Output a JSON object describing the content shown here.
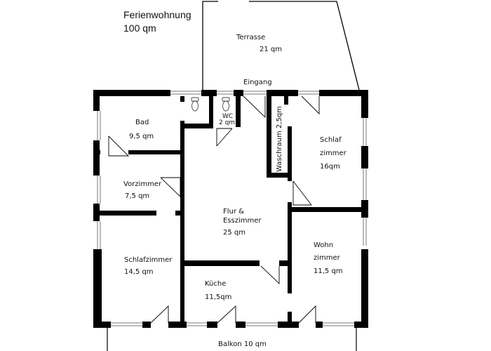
{
  "plan": {
    "title_line1": "Ferienwohnung",
    "title_line2": "100 qm"
  },
  "rooms": {
    "terrasse": {
      "name": "Terrasse",
      "area": "21 qm"
    },
    "eingang": {
      "name": "Eingang"
    },
    "bad": {
      "name": "Bad",
      "area": "9,5 qm"
    },
    "wc": {
      "name": "WC",
      "area": "2 qm"
    },
    "waschraum": {
      "name": "Waschraum 2,5qm"
    },
    "schlaf1": {
      "name1": "Schlaf",
      "name2": "zimmer",
      "area": "16qm"
    },
    "vorzimmer": {
      "name": "Vorzimmer",
      "area": "7,5 qm"
    },
    "flur": {
      "name1": "Flur &",
      "name2": "Esszimmer",
      "area": "25 qm"
    },
    "schlaf2": {
      "name": "Schlafzimmer",
      "area": "14,5 qm"
    },
    "wohn": {
      "name1": "Wohn",
      "name2": "zimmer",
      "area": "11,5 qm"
    },
    "kueche": {
      "name": "Küche",
      "area": "11,5qm"
    },
    "balkon": {
      "name": "Balkon 10 qm"
    }
  },
  "colors": {
    "wall": "#000000",
    "background": "#ffffff",
    "window": "#888888"
  }
}
